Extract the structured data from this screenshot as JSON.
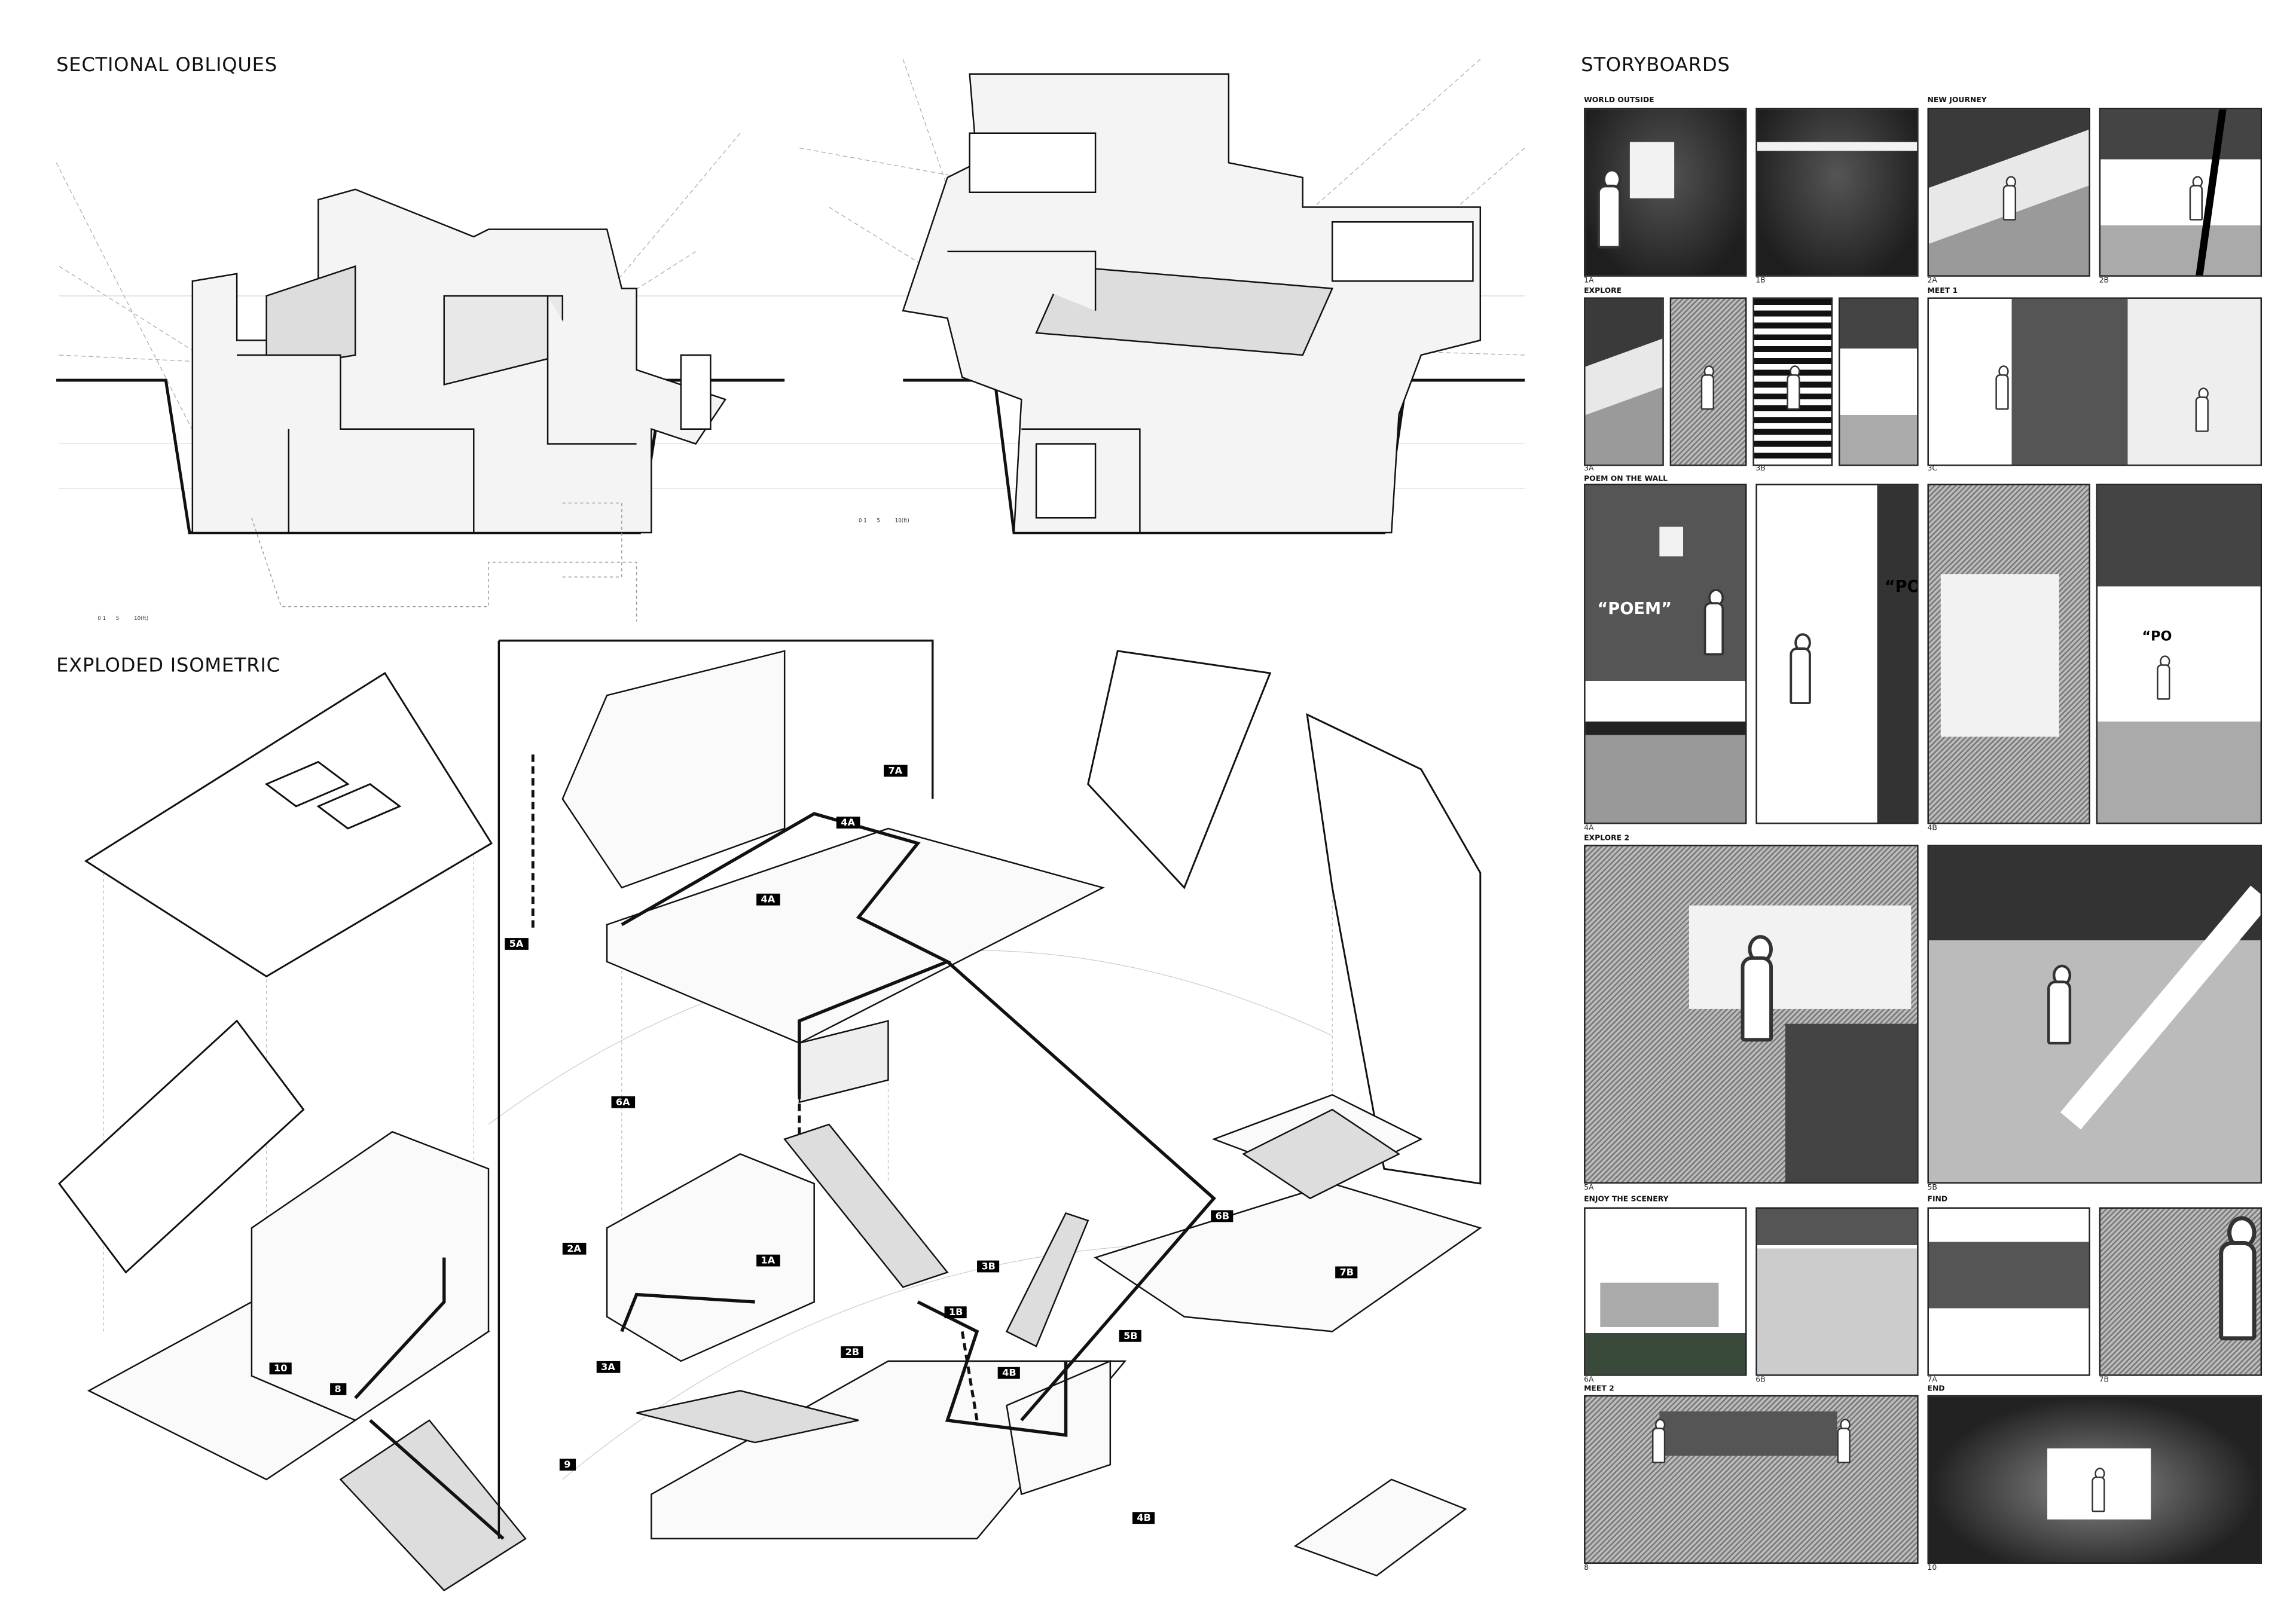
{
  "headings": {
    "sectional": "SECTIONAL OBLIQUES",
    "exploded": "EXPLODED ISOMETRIC",
    "storyboards": "STORYBOARDS"
  },
  "scale_bar": {
    "ticks": [
      "0",
      "1",
      "5",
      "10(ft)"
    ]
  },
  "markers": [
    "7A",
    "4A",
    "4A",
    "5A",
    "6A",
    "2A",
    "1A",
    "3B",
    "1B",
    "6B",
    "7B",
    "5B",
    "2B",
    "4B",
    "3A",
    "10",
    "8",
    "9",
    "4B"
  ],
  "storyboards": {
    "sections": [
      {
        "title": "WORLD OUTSIDE",
        "captions": [
          "1A",
          "1B"
        ]
      },
      {
        "title": "NEW JOURNEY",
        "captions": [
          "2A",
          "2B"
        ]
      },
      {
        "title": "EXPLORE",
        "captions": [
          "3A",
          "3B"
        ]
      },
      {
        "title": "MEET 1",
        "captions": [
          "3C"
        ]
      },
      {
        "title": "POEM ON THE WALL",
        "captions": [
          "4A",
          "4B"
        ]
      },
      {
        "title": "EXPLORE 2",
        "captions": [
          "5A",
          "5B"
        ]
      },
      {
        "title": "ENJOY THE SCENERY",
        "captions": [
          "6A",
          "6B"
        ]
      },
      {
        "title": "FIND",
        "captions": [
          "7A",
          "7B"
        ]
      },
      {
        "title": "MEET 2",
        "captions": [
          "8"
        ]
      },
      {
        "title": "END",
        "captions": [
          "10"
        ]
      }
    ],
    "poem_text": "“POEM”",
    "poem_text_partial": "“POE",
    "poem_text_partial2": "“PO"
  }
}
